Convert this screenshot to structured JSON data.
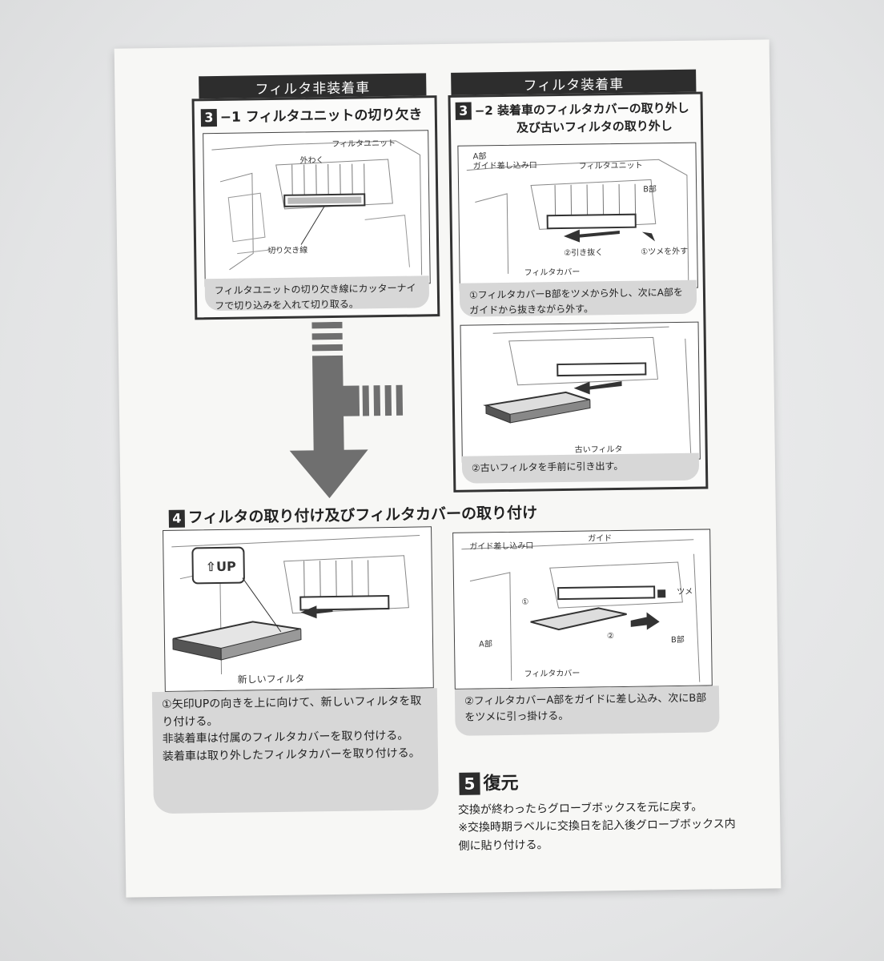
{
  "col_left_header": "フィルタ非装着車",
  "col_right_header": "フィルタ装着車",
  "s31": {
    "num": "3",
    "title": "−1 フィルタユニットの切り欠き",
    "labels": {
      "unit": "フィルタユニット",
      "frame": "外わく",
      "notch": "切り欠き線"
    },
    "caption": "フィルタユニットの切り欠き線にカッターナイフで切り込みを入れて切り取る。"
  },
  "s32": {
    "num": "3",
    "title_line1": "−2 装着車のフィルタカバーの取り外し",
    "title_line2": "及び古いフィルタの取り外し",
    "labels": {
      "a": "A部",
      "guide_slot": "ガイド差し込み口",
      "unit": "フィルタユニット",
      "b": "B部",
      "pull": "②引き抜く",
      "tab": "①ツメを外す",
      "cover": "フィルタカバー",
      "old": "古いフィルタ"
    },
    "caption1": "①フィルタカバーB部をツメから外し、次にA部をガイドから抜きながら外す。",
    "caption2": "②古いフィルタを手前に引き出す。"
  },
  "s4": {
    "num": "4",
    "title": "フィルタの取り付け及びフィルタカバーの取り付け",
    "labels": {
      "up": "UP",
      "new": "新しいフィルタ",
      "guide_slot": "ガイド差し込み口",
      "guide": "ガイド",
      "tab": "ツメ",
      "a": "A部",
      "b": "B部",
      "cover": "フィルタカバー",
      "c1": "①",
      "c2": "②"
    },
    "caption1_l1": "①矢印UPの向きを上に向けて、新しいフィルタを取り付ける。",
    "caption1_l2": "非装着車は付属のフィルタカバーを取り付ける。",
    "caption1_l3": "装着車は取り外したフィルタカバーを取り付ける。",
    "caption2": "②フィルタカバーA部をガイドに差し込み、次にB部をツメに引っ掛ける。"
  },
  "s5": {
    "num": "5",
    "title": "復元",
    "line1": "交換が終わったらグローブボックスを元に戻す。",
    "line2": "※交換時期ラベルに交換日を記入後グローブボックス内側に貼り付ける。"
  }
}
